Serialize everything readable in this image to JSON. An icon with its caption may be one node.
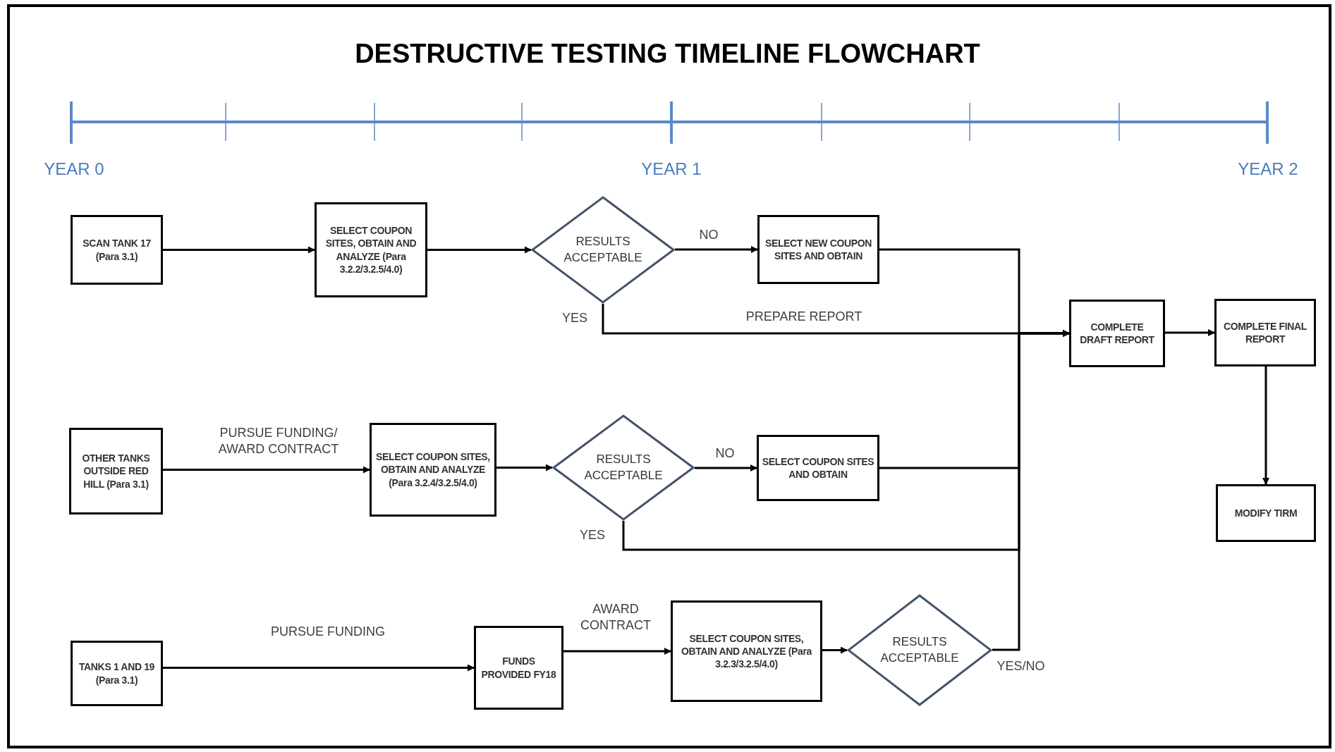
{
  "diagram": {
    "title": "DESTRUCTIVE TESTING TIMELINE FLOWCHART",
    "nodes": [
      {
        "text": [
          "SCAN TANK 17 (Para 3.1)"
        ]
      },
      {
        "text": [
          "SELECT COUPON SITES, OBTAIN AND ANALYZE (Para 3.2.2/3.2.5/4.0)"
        ]
      },
      {
        "text": [
          "RESULTS ACCEPTABLE"
        ]
      },
      {
        "text": [
          "SELECT NEW COUPON SITES AND OBTAIN"
        ]
      },
      {
        "text": [
          "COMPLETE DRAFT REPORT"
        ]
      },
      {
        "text": [
          "COMPLETE FINAL REPORT"
        ]
      },
      {
        "text": [
          "MODIFY TIRM"
        ]
      },
      {
        "text": [
          "OTHER TANKS OUTSIDE RED HILL (Para 3.1)"
        ]
      },
      {
        "text": [
          "SELECT COUPON SITES, OBTAIN AND ANALYZE (Para 3.2.4/3.2.5/4.0)"
        ]
      },
      {
        "text": [
          "RESULTS ACCEPTABLE"
        ]
      },
      {
        "text": [
          "SELECT COUPON SITES AND OBTAIN"
        ]
      },
      {
        "text": [
          "TANKS 1 AND 19 (Para 3.1)"
        ]
      },
      {
        "text": [
          "FUNDS PROVIDED FY18"
        ]
      },
      {
        "text": [
          "SELECT COUPON SITES, OBTAIN AND ANALYZE (Para 3.2.3/3.2.5/4.0)"
        ]
      },
      {
        "text": [
          "RESULTS ACCEPTABLE"
        ]
      }
    ],
    "edges": [
      {
        "from": 0,
        "to": 1,
        "arrow": "to"
      },
      {
        "from": 1,
        "to": 2,
        "arrow": "to"
      },
      {
        "from": 2,
        "to": 3,
        "arrow": "to",
        "label": "NO"
      },
      {
        "from": 2,
        "to": 4,
        "arrow": "to",
        "label": "YES"
      },
      {
        "from": 3,
        "to": 4,
        "arrow": "to"
      },
      {
        "from": 4,
        "to": 5,
        "arrow": "to"
      },
      {
        "from": 5,
        "to": 6,
        "arrow": "to"
      },
      {
        "from": 7,
        "to": 8,
        "arrow": "to",
        "label": "PURSUE FUNDING/ AWARD CONTRACT"
      },
      {
        "from": 8,
        "to": 9,
        "arrow": "to"
      },
      {
        "from": 9,
        "to": 10,
        "arrow": "to",
        "label": "NO"
      },
      {
        "from": 9,
        "to": 4,
        "arrow": "to",
        "label": "YES"
      },
      {
        "from": 10,
        "to": 4,
        "arrow": "to"
      },
      {
        "from": 11,
        "to": 12,
        "arrow": "to",
        "label": "PURSUE FUNDING"
      },
      {
        "from": 12,
        "to": 13,
        "arrow": "to",
        "label": "AWARD CONTRACT"
      },
      {
        "from": 13,
        "to": 14,
        "arrow": "to"
      },
      {
        "from": 14,
        "to": 4,
        "arrow": "to",
        "label": "YES/NO"
      }
    ],
    "labels": [
      "YEAR 0",
      "YEAR 1",
      "YEAR 2",
      "PREPARE REPORT"
    ]
  }
}
